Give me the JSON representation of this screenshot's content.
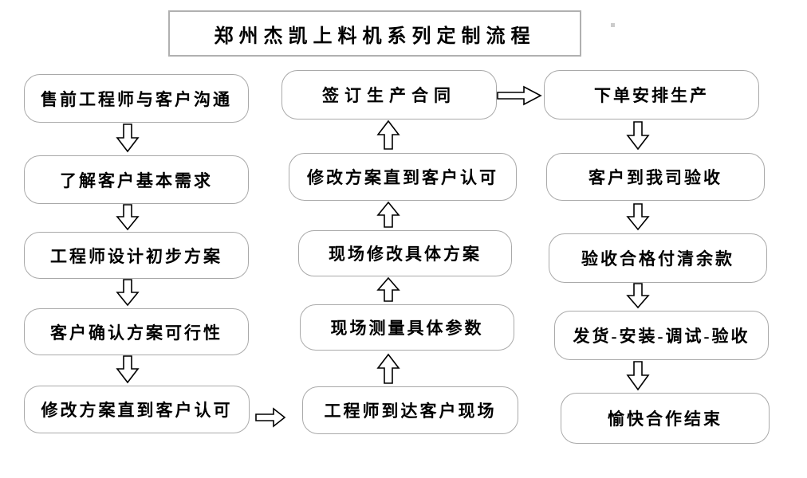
{
  "title": "郑州杰凯上料机系列定制流程",
  "columns": {
    "left": {
      "flow_direction": "down",
      "steps": [
        "售前工程师与客户沟通",
        "了解客户基本需求",
        "工程师设计初步方案",
        "客户确认方案可行性",
        "修改方案直到客户认可"
      ]
    },
    "middle": {
      "flow_direction": "up",
      "steps": [
        "签订生产合同",
        "修改方案直到客户认可",
        "现场修改具体方案",
        "现场测量具体参数",
        "工程师到达客户现场"
      ]
    },
    "right": {
      "flow_direction": "down",
      "steps": [
        "下单安排生产",
        "客户到我司验收",
        "验收合格付清余款",
        "发货-安装-调试-验收",
        "愉快合作结束"
      ]
    }
  },
  "connections": [
    {
      "from": "售前工程师与客户沟通",
      "to": "了解客户基本需求"
    },
    {
      "from": "了解客户基本需求",
      "to": "工程师设计初步方案"
    },
    {
      "from": "工程师设计初步方案",
      "to": "客户确认方案可行性"
    },
    {
      "from": "客户确认方案可行性",
      "to": "修改方案直到客户认可"
    },
    {
      "from": "修改方案直到客户认可",
      "to": "工程师到达客户现场"
    },
    {
      "from": "工程师到达客户现场",
      "to": "现场测量具体参数"
    },
    {
      "from": "现场测量具体参数",
      "to": "现场修改具体方案"
    },
    {
      "from": "现场修改具体方案",
      "to": "修改方案直到客户认可"
    },
    {
      "from": "修改方案直到客户认可",
      "to": "签订生产合同"
    },
    {
      "from": "签订生产合同",
      "to": "下单安排生产"
    },
    {
      "from": "下单安排生产",
      "to": "客户到我司验收"
    },
    {
      "from": "客户到我司验收",
      "to": "验收合格付清余款"
    },
    {
      "from": "验收合格付清余款",
      "to": "发货-安装-调试-验收"
    },
    {
      "from": "发货-安装-调试-验收",
      "to": "愉快合作结束"
    }
  ],
  "colors": {
    "background": "#ffffff",
    "box_fill": "#ffffff",
    "box_border": "#a9a9a9",
    "title_border": "#b0b0b0",
    "text": "#000000",
    "arrow_stroke": "#000000",
    "arrow_fill": "#ffffff"
  }
}
